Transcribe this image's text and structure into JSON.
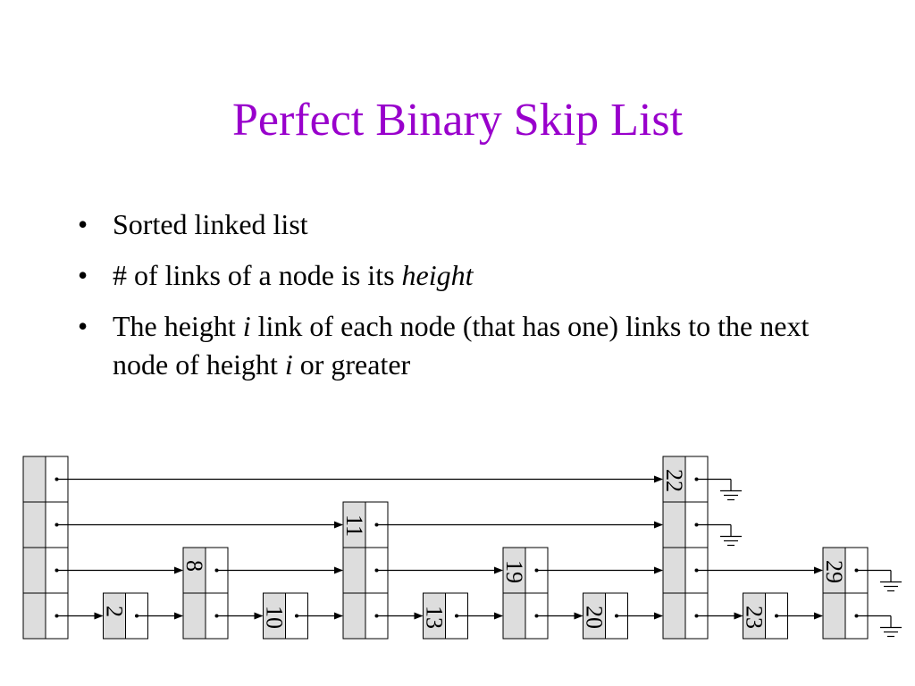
{
  "title": "Perfect Binary Skip List",
  "bullets": [
    {
      "parts": [
        {
          "text": "Sorted linked list",
          "italic": false
        }
      ]
    },
    {
      "parts": [
        {
          "text": "# of links of a node is its ",
          "italic": false
        },
        {
          "text": "height",
          "italic": true
        }
      ]
    },
    {
      "parts": [
        {
          "text": "The height ",
          "italic": false
        },
        {
          "text": "i",
          "italic": true
        },
        {
          "text": " link of each node (that has one) links to the next node of height ",
          "italic": false
        },
        {
          "text": "i",
          "italic": true
        },
        {
          "text": " or greater",
          "italic": false
        }
      ]
    }
  ],
  "bullet_glyph": "•",
  "skip_list": {
    "head_height": 4,
    "nodes": [
      {
        "key": "2",
        "height": 1
      },
      {
        "key": "8",
        "height": 2
      },
      {
        "key": "10",
        "height": 1
      },
      {
        "key": "11",
        "height": 3
      },
      {
        "key": "13",
        "height": 1
      },
      {
        "key": "19",
        "height": 2
      },
      {
        "key": "20",
        "height": 1
      },
      {
        "key": "22",
        "height": 4
      },
      {
        "key": "23",
        "height": 1
      },
      {
        "key": "29",
        "height": 2
      }
    ],
    "null_terminator_icon": "ground-icon"
  },
  "colors": {
    "title": "#9900cc",
    "node_fill": "#dddddd",
    "link_cell_fill": "#ffffff",
    "stroke": "#000000"
  }
}
